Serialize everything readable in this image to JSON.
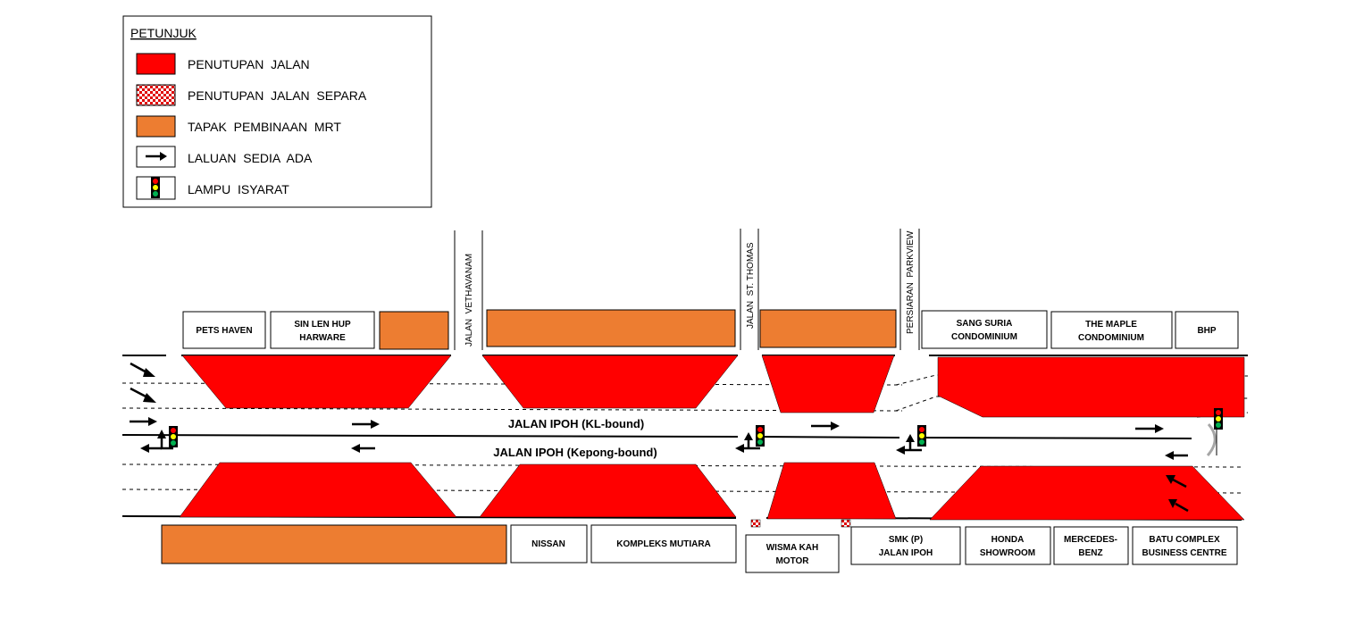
{
  "legend": {
    "title": "PETUNJUK",
    "items": [
      {
        "label": "PENUTUPAN  JALAN",
        "icon": "full-closure-swatch"
      },
      {
        "label": "PENUTUPAN  JALAN  SEPARA",
        "icon": "partial-closure-swatch"
      },
      {
        "label": "TAPAK  PEMBINAAN  MRT",
        "icon": "mrt-site-swatch"
      },
      {
        "label": "LALUAN  SEDIA  ADA",
        "icon": "arrow-right-icon"
      },
      {
        "label": "LAMPU  ISYARAT",
        "icon": "traffic-light-icon"
      }
    ]
  },
  "roads": {
    "main_kl": "JALAN IPOH (KL-bound)",
    "main_kepong": "JALAN IPOH (Kepong-bound)",
    "side_1": "JALAN  VETHAVANAM",
    "side_2": "JALAN  ST. THOMAS",
    "side_3": "PERSIARAN  PARKVIEW"
  },
  "buildings_top": {
    "b1": "PETS HAVEN",
    "b2_l1": "SIN LEN HUP",
    "b2_l2": "HARWARE",
    "b3_l1": "SANG SURIA",
    "b3_l2": "CONDOMINIUM",
    "b4_l1": "THE MAPLE",
    "b4_l2": "CONDOMINIUM",
    "b5": "BHP"
  },
  "buildings_bottom": {
    "b1": "NISSAN",
    "b2": "KOMPLEKS MUTIARA",
    "b3_l1": "WISMA KAH",
    "b3_l2": "MOTOR",
    "b4_l1": "SMK (P)",
    "b4_l2": "JALAN IPOH",
    "b5_l1": "HONDA",
    "b5_l2": "SHOWROOM",
    "b6_l1": "MERCEDES-",
    "b6_l2": "BENZ",
    "b7_l1": "BATU COMPLEX",
    "b7_l2": "BUSINESS CENTRE"
  },
  "colors": {
    "closure": "#ff0000",
    "mrt_site": "#ed7d31",
    "partial_closure": "#e00000",
    "light_red": "#ff0000",
    "light_yellow": "#ffff00",
    "light_green": "#00b050"
  }
}
